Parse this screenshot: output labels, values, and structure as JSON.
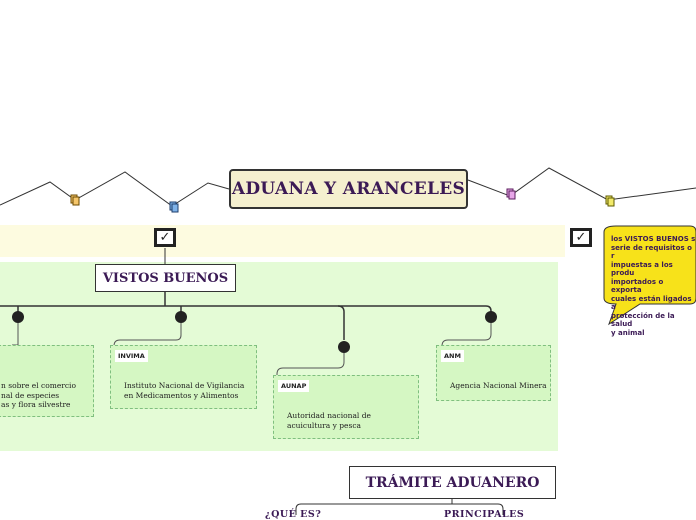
{
  "title": "ADUANA Y ARANCELES",
  "vistos_buenos": {
    "label": "VISTOS BUENOS",
    "check": "✓"
  },
  "note": {
    "check": "✓",
    "lines": [
      "los VISTOS BUENOS s",
      "serie de requisitos o r",
      "impuestas a los produ",
      "importados o exporta",
      "cuales están ligados a",
      "protección de la salud",
      "y animal"
    ]
  },
  "nodes": [
    {
      "tag": "",
      "lines": [
        "n sobre el comercio",
        "nal de especies",
        "as y flora silvestre"
      ]
    },
    {
      "tag": "INVIMA",
      "lines": [
        "Instituto Nacional de Vigilancia",
        "en Medicamentos y Alimentos"
      ]
    },
    {
      "tag": "AUNAP",
      "lines": [
        "Autoridad nacional de",
        "acuicultura y pesca"
      ]
    },
    {
      "tag": "ANM",
      "lines": [
        "Agencia Nacional Minera"
      ]
    }
  ],
  "tramite": {
    "label": "TRÁMITE ADUANERO",
    "children": [
      "¿QUÉ ES?",
      "PRINCIPALES"
    ]
  },
  "colors": {
    "title_bg": "#f5f0cf",
    "title_text": "#3b1a55",
    "band_yellow": "#fdfbe0",
    "band_green": "#e4fbd6",
    "node_fill": "#d5f7c3",
    "note_fill": "#f7e21a"
  }
}
